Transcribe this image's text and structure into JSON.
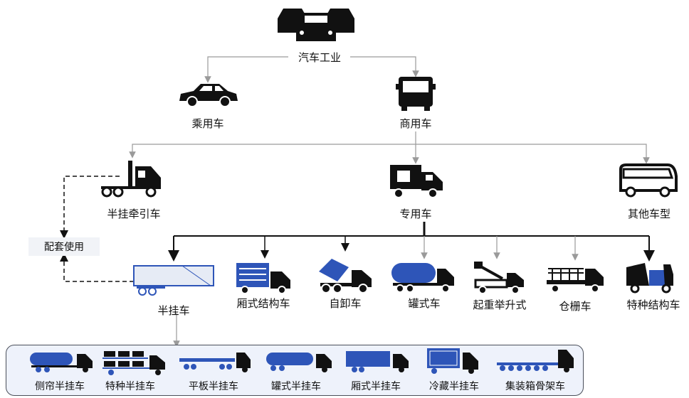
{
  "root": {
    "label": "汽车工业"
  },
  "level1": {
    "passenger": "乘用车",
    "commercial": "商用车"
  },
  "level2": {
    "tractor": "半挂牵引车",
    "special": "专用车",
    "other": "其他车型"
  },
  "pairing": {
    "label": "配套使用"
  },
  "level3": [
    "半挂车",
    "厢式结构车",
    "自卸车",
    "罐式车",
    "起重举升式",
    "仓栅车",
    "特种结构车"
  ],
  "level4": [
    "侧帘半挂车",
    "特种半挂车",
    "平板半挂车",
    "罐式半挂车",
    "厢式半挂车",
    "冷藏半挂车",
    "集装箱骨架车"
  ],
  "colors": {
    "accent_blue": "#2e55b8",
    "icon_black": "#111111",
    "line_gray": "#9a9a9a",
    "panel_bg": "#eef2fb"
  }
}
